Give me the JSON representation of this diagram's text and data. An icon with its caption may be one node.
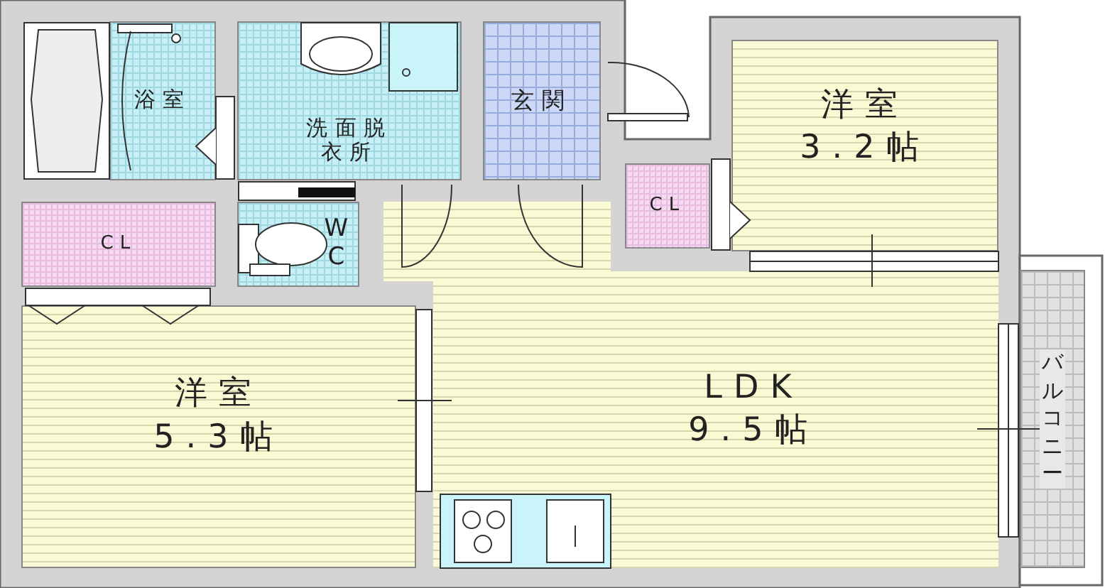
{
  "diagram": {
    "nodes": [
      {
        "text": [
          "浴室"
        ]
      },
      {
        "text": [
          "洗面脱衣所"
        ]
      },
      {
        "text": [
          "玄関"
        ]
      },
      {
        "text": [
          "洋室",
          "3.2帖"
        ]
      },
      {
        "text": [
          "CL"
        ]
      },
      {
        "text": [
          "CL"
        ]
      },
      {
        "text": [
          "WC"
        ]
      },
      {
        "text": [
          "洋室",
          "5.3帖"
        ]
      },
      {
        "text": [
          "LDK",
          "9.5帖"
        ]
      },
      {
        "text": [
          "バルコニー"
        ]
      }
    ]
  }
}
